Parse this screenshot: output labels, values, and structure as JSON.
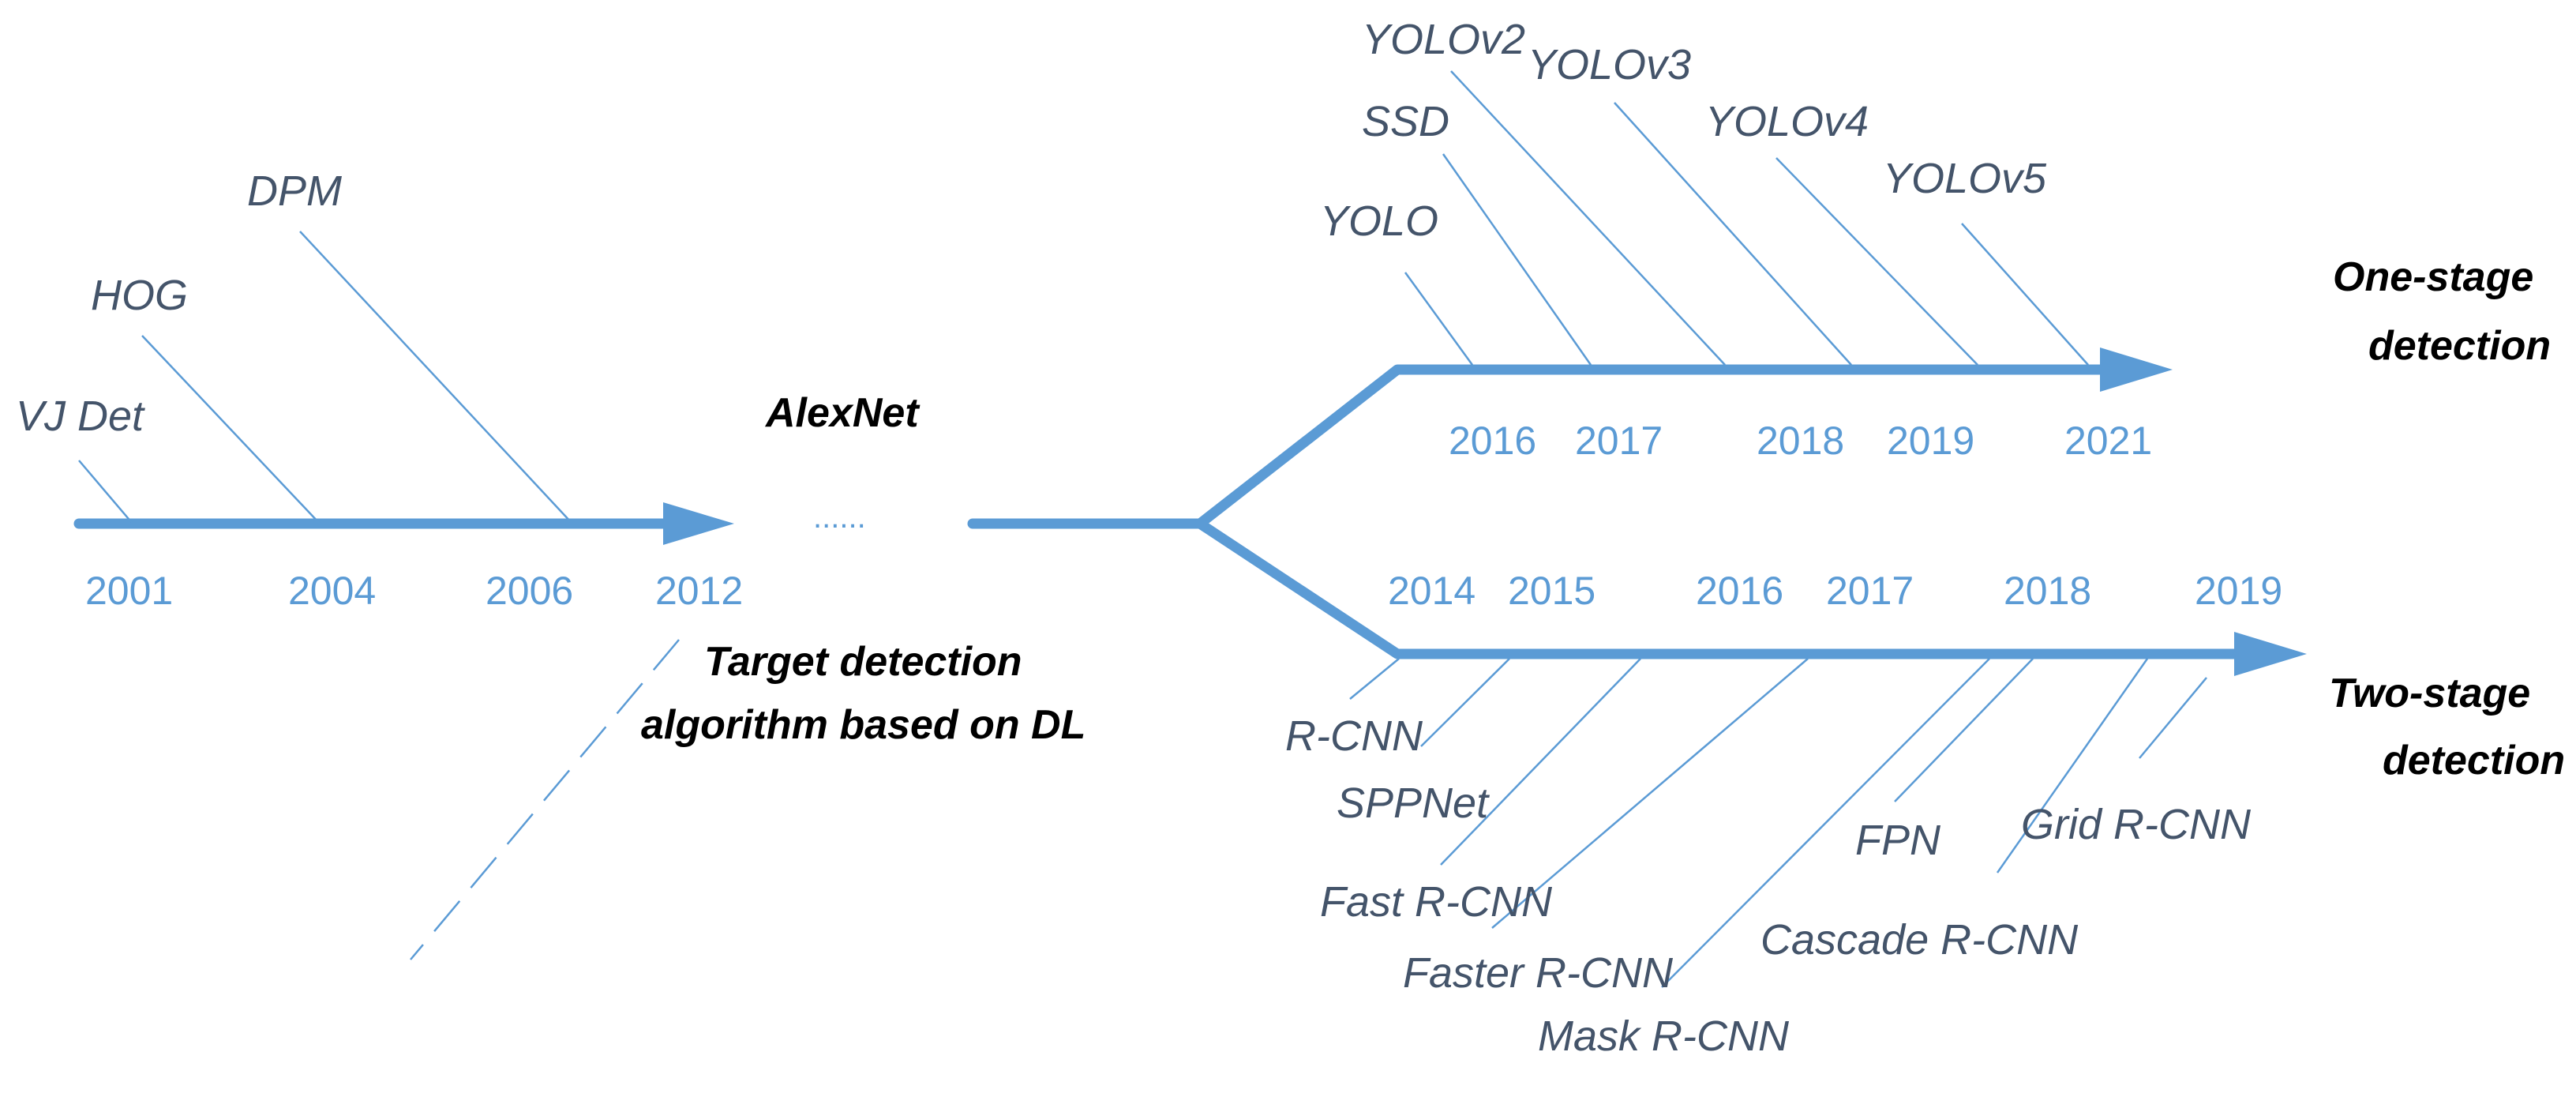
{
  "early": {
    "years": [
      "2001",
      "2004",
      "2006",
      "2012"
    ],
    "models": [
      "VJ Det",
      "HOG",
      "DPM"
    ]
  },
  "alexnet": "AlexNet",
  "ellipsis": "......",
  "dl_label": [
    "Target detection",
    "algorithm based on DL"
  ],
  "one_stage": {
    "title": [
      "One-stage",
      "detection"
    ],
    "years": [
      "2016",
      "2017",
      "2018",
      "2019",
      "2021"
    ],
    "models": [
      "YOLO",
      "SSD",
      "YOLOv2",
      "YOLOv3",
      "YOLOv4",
      "YOLOv5"
    ]
  },
  "two_stage": {
    "title": [
      "Two-stage",
      "detection"
    ],
    "years": [
      "2014",
      "2015",
      "2016",
      "2017",
      "2018",
      "2019"
    ],
    "models": [
      "R-CNN",
      "SPPNet",
      "Fast R-CNN",
      "Faster R-CNN",
      "Mask R-CNN",
      "FPN",
      "Cascade R-CNN",
      "Grid R-CNN"
    ]
  },
  "colors": {
    "line": "#5b9bd5",
    "model_text": "#44546a",
    "bold_text": "#000000"
  }
}
